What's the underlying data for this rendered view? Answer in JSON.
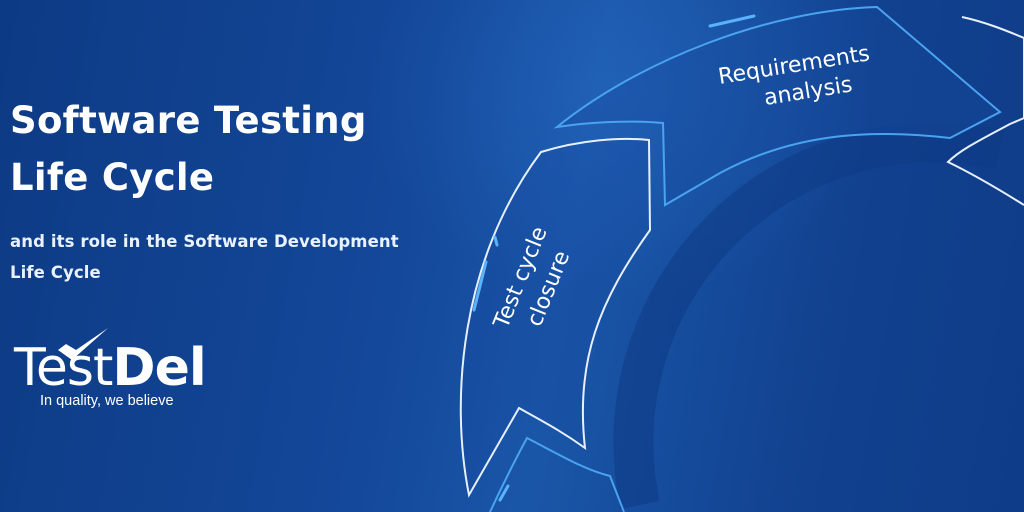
{
  "header": {
    "title_line1": "Software Testing",
    "title_line2": "Life Cycle",
    "subtitle_line1": "and its role in the Software Development",
    "subtitle_line2": "Life Cycle"
  },
  "logo": {
    "word_part1": "Test",
    "word_part2": "Del",
    "tagline": "In quality, we believe"
  },
  "cycle": {
    "stages": [
      {
        "line1": "Requirements",
        "line2": "analysis"
      },
      {
        "line1": "Test cycle",
        "line2": "closure"
      }
    ]
  },
  "colors": {
    "background": "#12449a",
    "text": "#ffffff",
    "outline_light": "#5aa8f0",
    "outline_white": "#e6f0ff"
  }
}
